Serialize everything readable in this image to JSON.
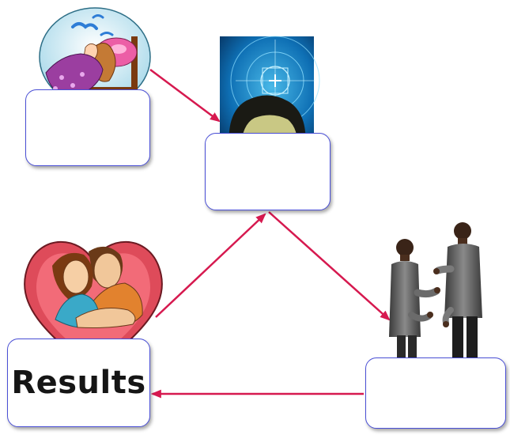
{
  "boxes": {
    "top_left": {
      "label": ""
    },
    "top_center": {
      "label": ""
    },
    "bottom_right": {
      "label": ""
    },
    "bottom_left": {
      "label": "Results"
    }
  },
  "illustrations": [
    {
      "name": "sleeping-woman-dreaming"
    },
    {
      "name": "focused-person-target-photo"
    },
    {
      "name": "two-people-talking"
    },
    {
      "name": "couple-embracing-in-heart"
    }
  ],
  "colors": {
    "arrow": "#d6194f",
    "box_border": "#4a4fd6"
  }
}
